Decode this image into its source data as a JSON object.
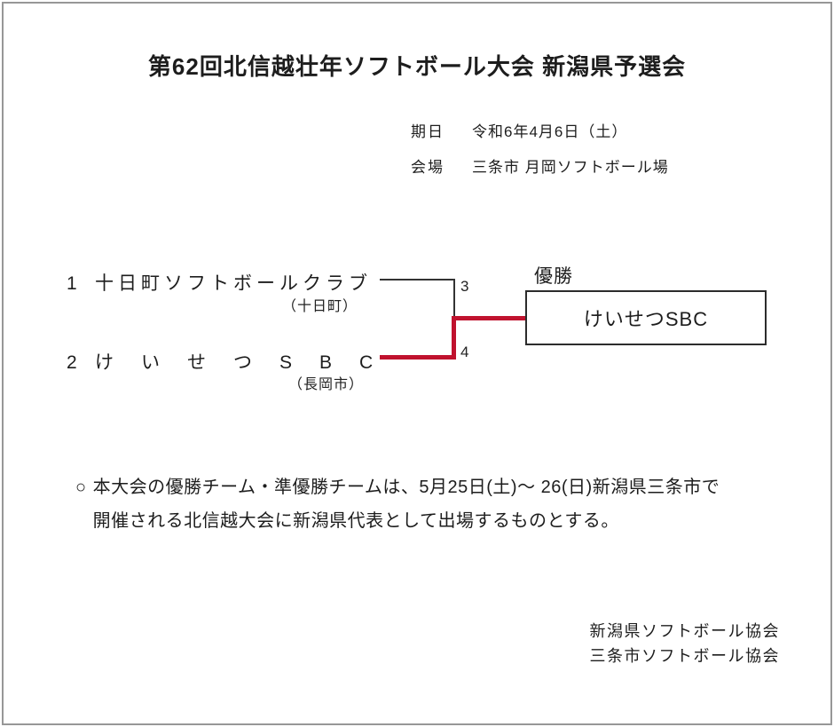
{
  "page": {
    "title": "第62回北信越壮年ソフトボール大会 新潟県予選会",
    "colors": {
      "accent_red": "#C0122E",
      "text": "#1d1d1d",
      "frame_gray": "#979797"
    }
  },
  "meta": {
    "date_label": "期日",
    "date_value": "令和6年4月6日（土）",
    "venue_label": "会場",
    "venue_value": "三条市 月岡ソフトボール場"
  },
  "bracket": {
    "winner_label": "優勝",
    "winner_name": "けいせつSBC",
    "teams": [
      {
        "seed": "1",
        "name": "十日町ソフトボールクラブ",
        "location": "（十日町）",
        "score": "3"
      },
      {
        "seed": "2",
        "name": "け　い　せ　つ　S　B　C",
        "location": "（長岡市）",
        "score": "4"
      }
    ]
  },
  "note": {
    "bullet": "○",
    "line1": "本大会の優勝チーム・準優勝チームは、5月25日(土)～ 26(日)新潟県三条市で",
    "line2": "開催される北信越大会に新潟県代表として出場するものとする。"
  },
  "footer": {
    "organizations": {
      "line1": "新潟県ソフトボール協会",
      "line2": "三条市ソフトボール協会"
    }
  }
}
